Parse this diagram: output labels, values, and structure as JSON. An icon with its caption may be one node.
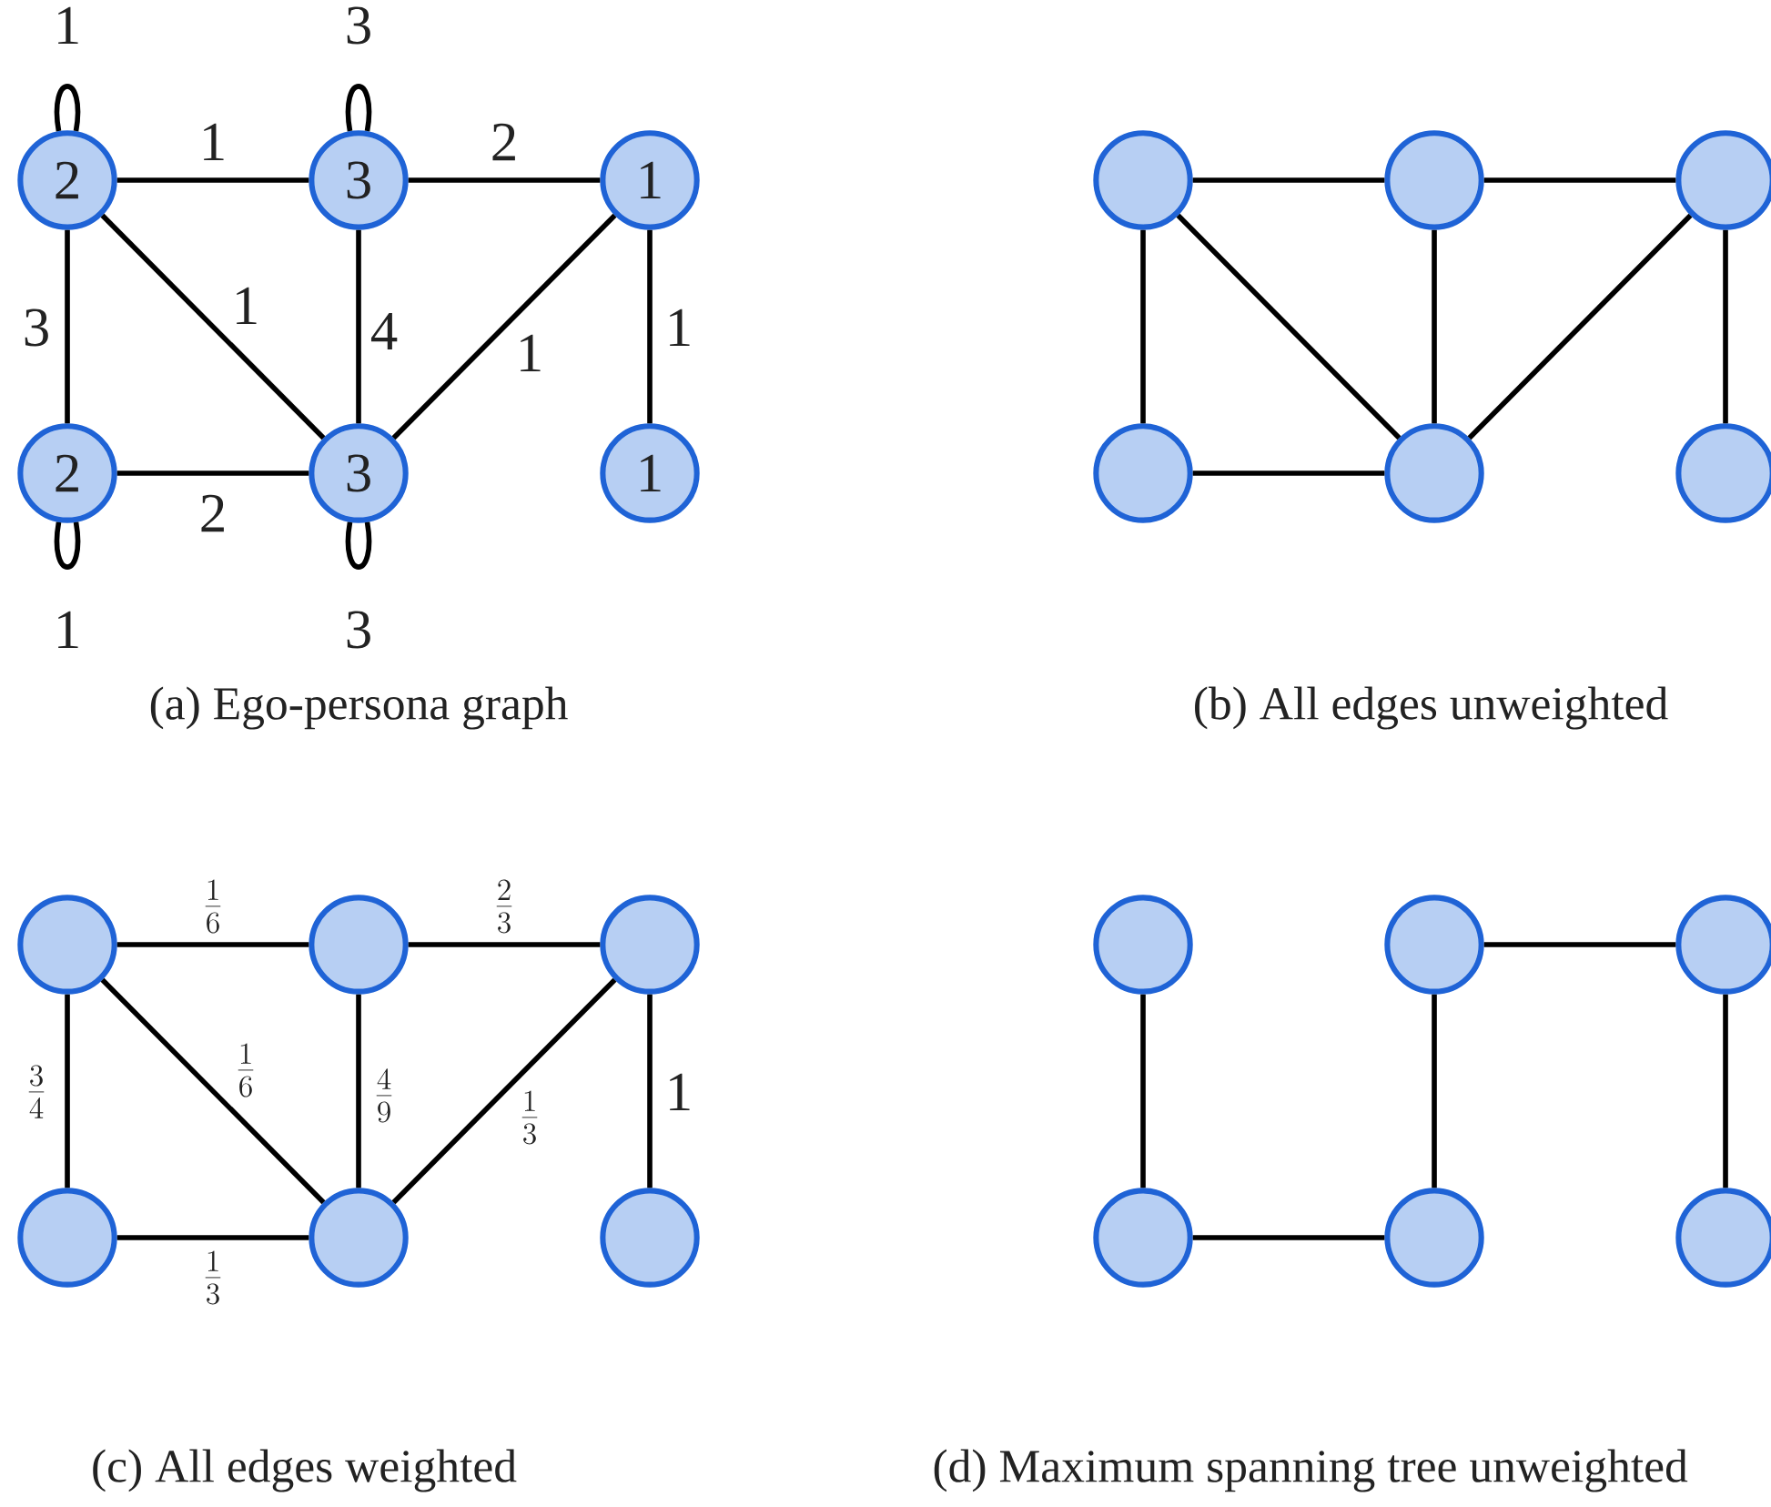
{
  "diagram": {
    "nodes": [
      {
        "text": [
          "2"
        ]
      },
      {
        "text": [
          "3"
        ]
      },
      {
        "text": [
          "1"
        ]
      },
      {
        "text": [
          "2"
        ]
      },
      {
        "text": [
          "3"
        ]
      },
      {
        "text": [
          "1"
        ]
      },
      {
        "text": [],
        "shape": "circle"
      },
      {
        "text": [],
        "shape": "circle"
      },
      {
        "text": [],
        "shape": "circle"
      },
      {
        "text": [],
        "shape": "circle"
      },
      {
        "text": [],
        "shape": "circle"
      },
      {
        "text": [],
        "shape": "circle"
      },
      {
        "text": [],
        "shape": "circle"
      },
      {
        "text": [],
        "shape": "circle"
      },
      {
        "text": [],
        "shape": "circle"
      },
      {
        "text": [],
        "shape": "circle"
      },
      {
        "text": [],
        "shape": "circle"
      },
      {
        "text": [],
        "shape": "circle"
      },
      {
        "text": [],
        "shape": "circle"
      },
      {
        "text": [],
        "shape": "circle"
      },
      {
        "text": [],
        "shape": "circle"
      },
      {
        "text": [],
        "shape": "circle"
      },
      {
        "text": [],
        "shape": "circle"
      },
      {
        "text": [],
        "shape": "circle"
      }
    ],
    "edges": [
      {
        "from": 0,
        "to": 0,
        "arrow": "none",
        "label": "1"
      },
      {
        "from": 1,
        "to": 1,
        "arrow": "none",
        "label": "3"
      },
      {
        "from": 0,
        "to": 1,
        "arrow": "none",
        "label": "1"
      },
      {
        "from": 1,
        "to": 2,
        "arrow": "none",
        "label": "2"
      },
      {
        "from": 0,
        "to": 3,
        "arrow": "none",
        "label": "3"
      },
      {
        "from": 0,
        "to": 4,
        "arrow": "none",
        "label": "1"
      },
      {
        "from": 1,
        "to": 4,
        "arrow": "none",
        "label": "4"
      },
      {
        "from": 2,
        "to": 4,
        "arrow": "none",
        "label": "1"
      },
      {
        "from": 2,
        "to": 5,
        "arrow": "none",
        "label": "1"
      },
      {
        "from": 3,
        "to": 4,
        "arrow": "none",
        "label": "2"
      },
      {
        "from": 3,
        "to": 3,
        "arrow": "none",
        "label": "1"
      },
      {
        "from": 4,
        "to": 4,
        "arrow": "none",
        "label": "3"
      },
      {
        "from": 6,
        "to": 7,
        "arrow": "none"
      },
      {
        "from": 7,
        "to": 8,
        "arrow": "none"
      },
      {
        "from": 6,
        "to": 9,
        "arrow": "none"
      },
      {
        "from": 6,
        "to": 10,
        "arrow": "none"
      },
      {
        "from": 7,
        "to": 10,
        "arrow": "none"
      },
      {
        "from": 8,
        "to": 10,
        "arrow": "none"
      },
      {
        "from": 8,
        "to": 11,
        "arrow": "none"
      },
      {
        "from": 9,
        "to": 10,
        "arrow": "none"
      },
      {
        "from": 12,
        "to": 13,
        "arrow": "none",
        "label": "\\frac{1}{6}"
      },
      {
        "from": 13,
        "to": 14,
        "arrow": "none",
        "label": "\\frac{2}{3}"
      },
      {
        "from": 12,
        "to": 15,
        "arrow": "none",
        "label": "\\frac{3}{4}"
      },
      {
        "from": 12,
        "to": 16,
        "arrow": "none",
        "label": "\\frac{1}{6}"
      },
      {
        "from": 13,
        "to": 16,
        "arrow": "none",
        "label": "\\frac{4}{9}"
      },
      {
        "from": 14,
        "to": 16,
        "arrow": "none",
        "label": "\\frac{1}{3}"
      },
      {
        "from": 14,
        "to": 17,
        "arrow": "none",
        "label": "1"
      },
      {
        "from": 15,
        "to": 16,
        "arrow": "none",
        "label": "\\frac{1}{3}"
      },
      {
        "from": 18,
        "to": 21,
        "arrow": "none"
      },
      {
        "from": 21,
        "to": 22,
        "arrow": "none"
      },
      {
        "from": 19,
        "to": 22,
        "arrow": "none"
      },
      {
        "from": 19,
        "to": 20,
        "arrow": "none"
      },
      {
        "from": 20,
        "to": 23,
        "arrow": "none"
      }
    ],
    "labels": [
      "(a) Ego-persona graph",
      "(b) All edges unweighted",
      "(c) All edges weighted",
      "(d) Maximum spanning tree unweighted"
    ]
  }
}
